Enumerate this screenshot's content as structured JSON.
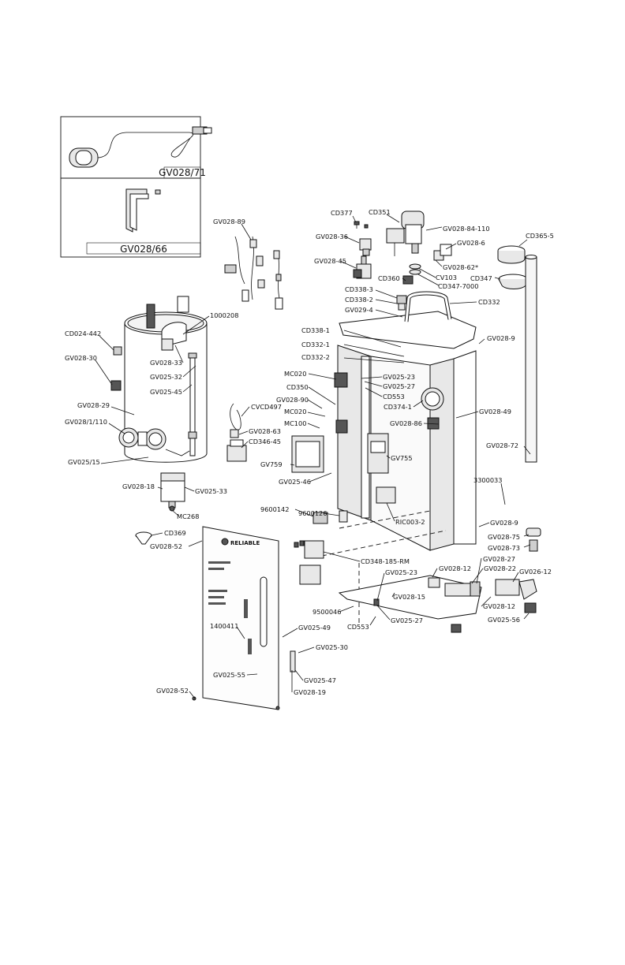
{
  "kit_boxes": {
    "float_kit": {
      "label": "GV028/71"
    },
    "allen_kit": {
      "label": "GV028/66"
    }
  },
  "panel_brand": "RELIABLE",
  "callouts": [
    "CD377",
    "CD351",
    "GV028-84-110",
    "GV028-36",
    "GV028-6",
    "CD365-5",
    "GV028-45",
    "GV028-62*",
    "CV103",
    "CD347",
    "CD347-7000",
    "CD360",
    "CD338-3",
    "CD338-2",
    "GV029-4",
    "CD332",
    "GV028-89",
    "1000208",
    "CD024-442",
    "GV028-30",
    "GV028-33",
    "GV025-32",
    "GV025-45",
    "GV028-29",
    "GV028/1/110",
    "GV025/15",
    "GV028-18",
    "GV025-33",
    "MC268",
    "CD338-1",
    "CD332-1",
    "CD332-2",
    "GV028-9",
    "MC020",
    "GV025-23",
    "GV025-27",
    "CD350",
    "CD553",
    "GV028-90",
    "CD374-1",
    "GV028-49",
    "CVCD497",
    "GV028-63",
    "CD346-45",
    "MC020",
    "MC100",
    "GV028-86",
    "GV028-72",
    "GV759",
    "GV755",
    "GV025-46",
    "3300033",
    "9600142",
    "9600126",
    "RIC003-2",
    "GV028-9",
    "GV028-75",
    "GV028-73",
    "CD369",
    "GV028-52",
    "CD348-185-RM",
    "GV025-23",
    "GV028-12",
    "GV028-27",
    "GV028-22",
    "GV026-12",
    "9500046",
    "GV028-15",
    "CD553",
    "GV025-27",
    "GV028-12",
    "GV025-56",
    "1400411",
    "GV025-49",
    "GV025-30",
    "GV025-55",
    "GV025-47",
    "GV028-52",
    "GV028-19"
  ]
}
